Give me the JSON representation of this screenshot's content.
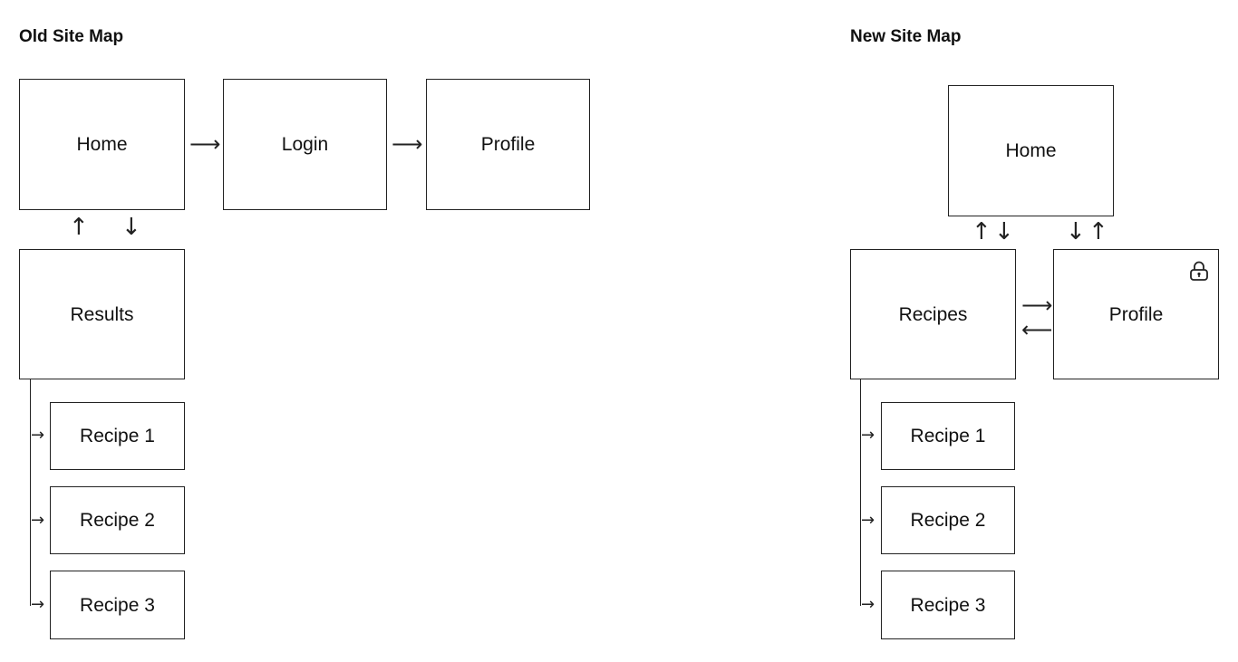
{
  "old_map": {
    "title": "Old Site Map",
    "home": "Home",
    "login": "Login",
    "profile": "Profile",
    "results": "Results",
    "recipes": [
      "Recipe 1",
      "Recipe 2",
      "Recipe 3"
    ]
  },
  "new_map": {
    "title": "New Site Map",
    "home": "Home",
    "recipes_hub": "Recipes",
    "profile": "Profile",
    "recipes": [
      "Recipe 1",
      "Recipe 2",
      "Recipe 3"
    ],
    "profile_icon": "lock-icon"
  },
  "glyphs": {
    "right": "⟶",
    "left": "⟵",
    "up": "↑",
    "down": "↓",
    "small_right": "→"
  }
}
